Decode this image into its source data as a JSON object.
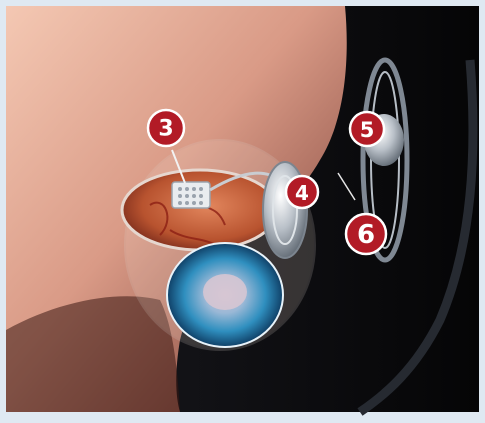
{
  "colors": {
    "border": "#dfe9f2",
    "background_dark": "#0b0b0e",
    "skin_light": "#e7b39c",
    "skin_dark": "#7c3f36",
    "retina": "#c9653f",
    "iris": "#4fa3c9",
    "badge": "#b21b26"
  },
  "labels": {
    "implant": "3",
    "receiver": "4",
    "glasses_coil": "5",
    "wireless_link": "6"
  }
}
